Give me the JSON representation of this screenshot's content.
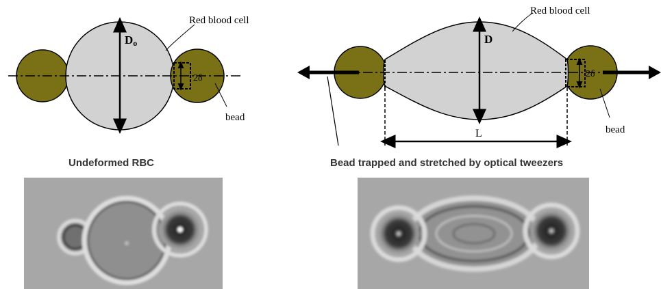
{
  "schematic_left": {
    "diameter_label_main": "D",
    "diameter_label_sub": "o",
    "cell_label": "Red blood cell",
    "contact_label": "2δ",
    "bead_label": "bead"
  },
  "schematic_right": {
    "diameter_label": "D",
    "length_label": "L",
    "cell_label": "Red blood cell",
    "contact_label": "2δ",
    "bead_label": "bead"
  },
  "captions": {
    "left": "Undeformed RBC",
    "right": "Bead trapped and stretched by optical tweezers"
  },
  "colors": {
    "bead_fill": "#7a7016",
    "cell_fill": "#d2d2d2",
    "micrograph_gray": "#a7a7a7"
  }
}
